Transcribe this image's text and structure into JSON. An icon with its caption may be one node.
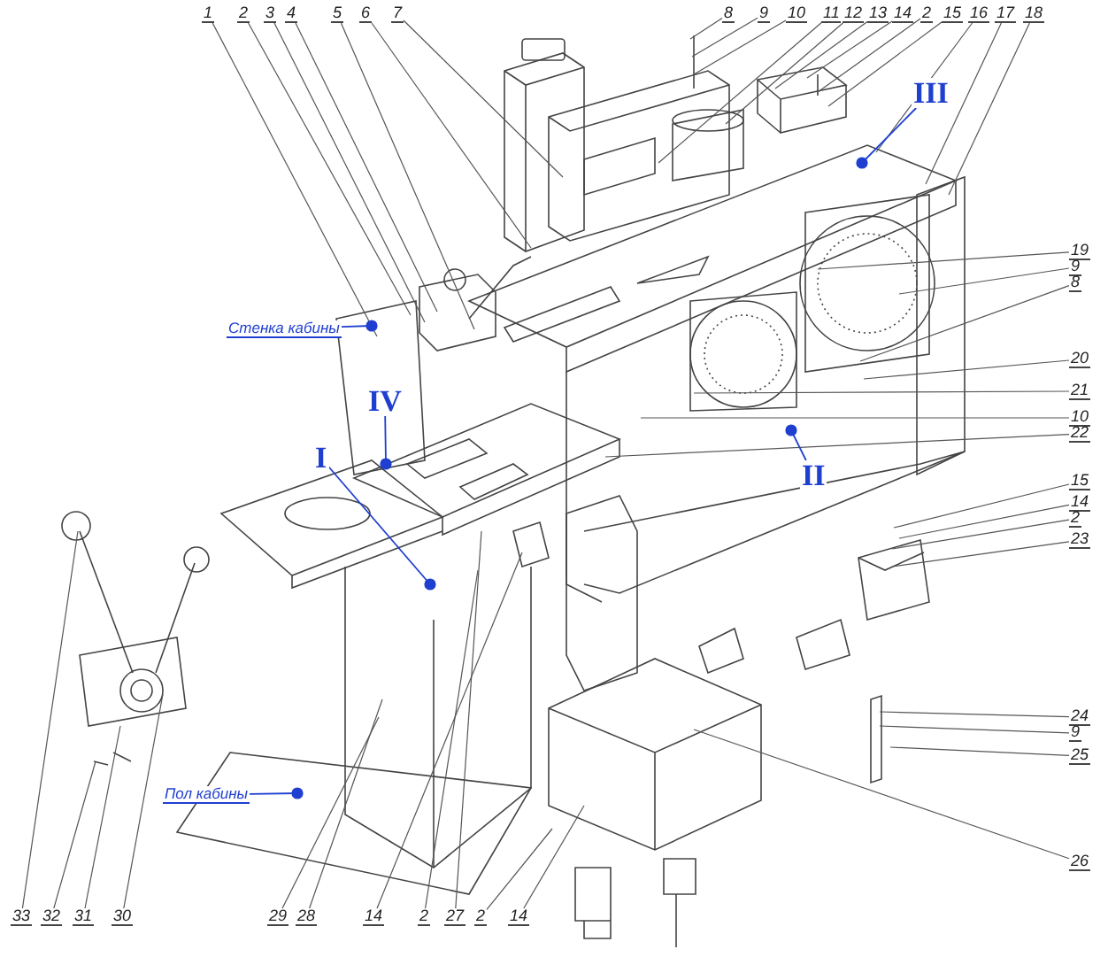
{
  "diagram": {
    "nodes": [
      {
        "text": [
          "1"
        ]
      },
      {
        "text": [
          "2"
        ]
      },
      {
        "text": [
          "3"
        ]
      },
      {
        "text": [
          "4"
        ]
      },
      {
        "text": [
          "5"
        ]
      },
      {
        "text": [
          "6"
        ]
      },
      {
        "text": [
          "7"
        ]
      },
      {
        "text": [
          "8"
        ]
      },
      {
        "text": [
          "9"
        ]
      },
      {
        "text": [
          "10"
        ]
      },
      {
        "text": [
          "11"
        ]
      },
      {
        "text": [
          "12"
        ]
      },
      {
        "text": [
          "13"
        ]
      },
      {
        "text": [
          "14"
        ]
      },
      {
        "text": [
          "2"
        ]
      },
      {
        "text": [
          "15"
        ]
      },
      {
        "text": [
          "16"
        ]
      },
      {
        "text": [
          "17"
        ]
      },
      {
        "text": [
          "18"
        ]
      },
      {
        "text": [
          "19"
        ]
      },
      {
        "text": [
          "9"
        ]
      },
      {
        "text": [
          "8"
        ]
      },
      {
        "text": [
          "20"
        ]
      },
      {
        "text": [
          "21"
        ]
      },
      {
        "text": [
          "10"
        ]
      },
      {
        "text": [
          "22"
        ]
      },
      {
        "text": [
          "15"
        ]
      },
      {
        "text": [
          "14"
        ]
      },
      {
        "text": [
          "2"
        ]
      },
      {
        "text": [
          "23"
        ]
      },
      {
        "text": [
          "24"
        ]
      },
      {
        "text": [
          "9"
        ]
      },
      {
        "text": [
          "25"
        ]
      },
      {
        "text": [
          "26"
        ]
      },
      {
        "text": [
          "33"
        ]
      },
      {
        "text": [
          "32"
        ]
      },
      {
        "text": [
          "31"
        ]
      },
      {
        "text": [
          "30"
        ]
      },
      {
        "text": [
          "29"
        ]
      },
      {
        "text": [
          "28"
        ]
      },
      {
        "text": [
          "14"
        ]
      },
      {
        "text": [
          "2"
        ]
      },
      {
        "text": [
          "27"
        ]
      },
      {
        "text": [
          "2"
        ]
      },
      {
        "text": [
          "14"
        ]
      },
      {
        "text": [
          "Стенка кабины"
        ]
      },
      {
        "text": [
          "Пол кабины"
        ]
      },
      {
        "text": [
          "III"
        ]
      },
      {
        "text": [
          "IV"
        ]
      },
      {
        "text": [
          "I"
        ]
      },
      {
        "text": [
          "II"
        ]
      }
    ],
    "edges": [
      {
        "from": 0,
        "to": null,
        "arrow": "none"
      },
      {
        "from": 1,
        "to": null,
        "arrow": "none"
      },
      {
        "from": 2,
        "to": null,
        "arrow": "none"
      },
      {
        "from": 3,
        "to": null,
        "arrow": "none"
      },
      {
        "from": 4,
        "to": null,
        "arrow": "none"
      },
      {
        "from": 5,
        "to": null,
        "arrow": "none"
      },
      {
        "from": 6,
        "to": null,
        "arrow": "none"
      },
      {
        "from": 7,
        "to": null,
        "arrow": "none"
      },
      {
        "from": 8,
        "to": null,
        "arrow": "none"
      },
      {
        "from": 9,
        "to": null,
        "arrow": "none"
      },
      {
        "from": 10,
        "to": null,
        "arrow": "none"
      },
      {
        "from": 11,
        "to": null,
        "arrow": "none"
      },
      {
        "from": 12,
        "to": null,
        "arrow": "none"
      },
      {
        "from": 13,
        "to": null,
        "arrow": "none"
      },
      {
        "from": 14,
        "to": null,
        "arrow": "none"
      },
      {
        "from": 15,
        "to": null,
        "arrow": "none"
      },
      {
        "from": 16,
        "to": null,
        "arrow": "none"
      },
      {
        "from": 17,
        "to": null,
        "arrow": "none"
      },
      {
        "from": 18,
        "to": null,
        "arrow": "none"
      },
      {
        "from": 19,
        "to": null,
        "arrow": "none"
      },
      {
        "from": 20,
        "to": null,
        "arrow": "none"
      },
      {
        "from": 21,
        "to": null,
        "arrow": "none"
      },
      {
        "from": 22,
        "to": null,
        "arrow": "none"
      },
      {
        "from": 23,
        "to": null,
        "arrow": "none"
      },
      {
        "from": 24,
        "to": null,
        "arrow": "none"
      },
      {
        "from": 25,
        "to": null,
        "arrow": "none"
      },
      {
        "from": 26,
        "to": null,
        "arrow": "none"
      },
      {
        "from": 27,
        "to": null,
        "arrow": "none"
      },
      {
        "from": 28,
        "to": null,
        "arrow": "none"
      },
      {
        "from": 29,
        "to": null,
        "arrow": "none"
      },
      {
        "from": 30,
        "to": null,
        "arrow": "none"
      },
      {
        "from": 31,
        "to": null,
        "arrow": "none"
      },
      {
        "from": 32,
        "to": null,
        "arrow": "none"
      },
      {
        "from": 33,
        "to": null,
        "arrow": "none"
      },
      {
        "from": 34,
        "to": null,
        "arrow": "none"
      },
      {
        "from": 35,
        "to": null,
        "arrow": "none"
      },
      {
        "from": 36,
        "to": null,
        "arrow": "none"
      },
      {
        "from": 37,
        "to": null,
        "arrow": "none"
      },
      {
        "from": 38,
        "to": null,
        "arrow": "none"
      },
      {
        "from": 39,
        "to": null,
        "arrow": "none"
      },
      {
        "from": 40,
        "to": null,
        "arrow": "none"
      },
      {
        "from": 41,
        "to": null,
        "arrow": "none"
      },
      {
        "from": 42,
        "to": null,
        "arrow": "none"
      },
      {
        "from": 43,
        "to": null,
        "arrow": "none"
      },
      {
        "from": 44,
        "to": null,
        "arrow": "none"
      },
      {
        "from": 45,
        "to": null,
        "arrow": "other",
        "color": "#1f3fd0"
      },
      {
        "from": 46,
        "to": null,
        "arrow": "other",
        "color": "#1f3fd0"
      },
      {
        "from": 47,
        "to": null,
        "arrow": "other",
        "color": "#1f3fd0"
      },
      {
        "from": 48,
        "to": null,
        "arrow": "other",
        "color": "#1f3fd0"
      },
      {
        "from": 49,
        "to": null,
        "arrow": "other",
        "color": "#1f3fd0"
      },
      {
        "from": 50,
        "to": null,
        "arrow": "other",
        "color": "#1f3fd0"
      }
    ]
  }
}
